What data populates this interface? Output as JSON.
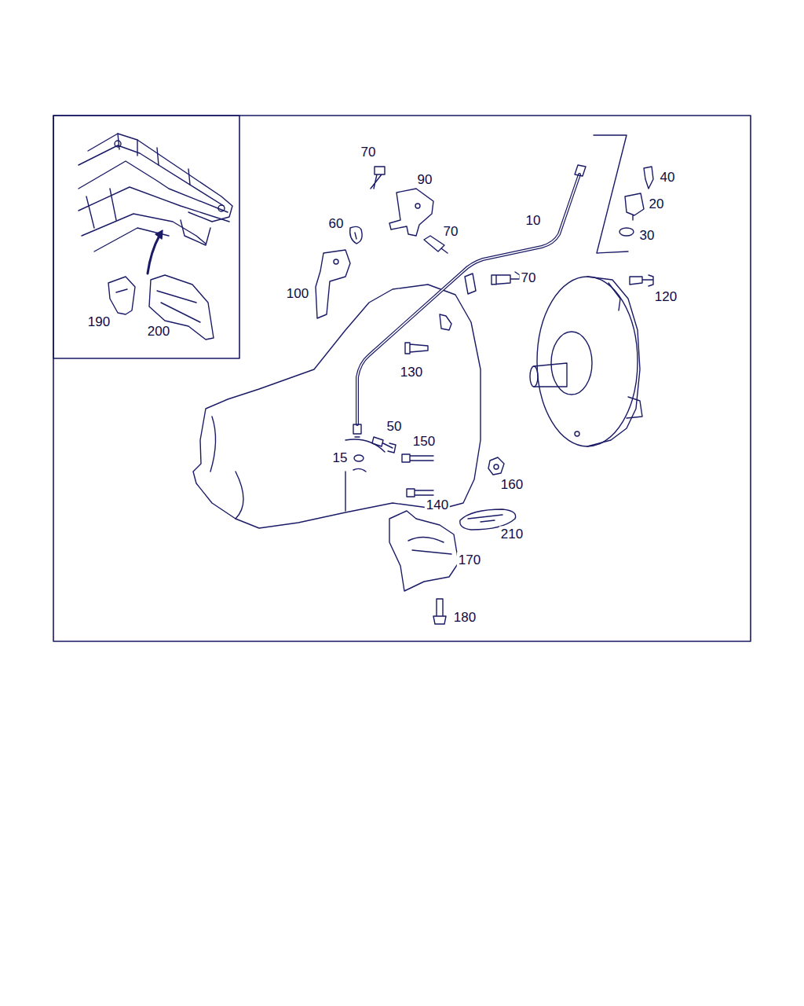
{
  "diagram": {
    "labels": [
      "70",
      "90",
      "40",
      "20",
      "60",
      "70",
      "10",
      "30",
      "70",
      "100",
      "120",
      "190",
      "200",
      "130",
      "50",
      "150",
      "15",
      "160",
      "140",
      "210",
      "170",
      "180"
    ]
  }
}
